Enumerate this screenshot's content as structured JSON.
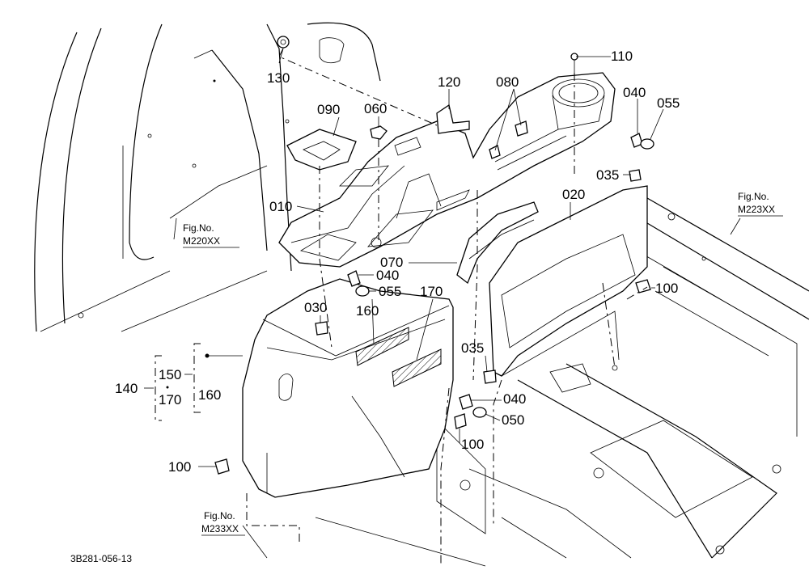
{
  "callouts": [
    {
      "id": "c010",
      "text": "010"
    },
    {
      "id": "c020",
      "text": "020"
    },
    {
      "id": "c030",
      "text": "030"
    },
    {
      "id": "c035a",
      "text": "035"
    },
    {
      "id": "c035b",
      "text": "035"
    },
    {
      "id": "c040a",
      "text": "040"
    },
    {
      "id": "c040b",
      "text": "040"
    },
    {
      "id": "c040c",
      "text": "040"
    },
    {
      "id": "c050",
      "text": "050"
    },
    {
      "id": "c055a",
      "text": "055"
    },
    {
      "id": "c055b",
      "text": "055"
    },
    {
      "id": "c060",
      "text": "060"
    },
    {
      "id": "c070",
      "text": "070"
    },
    {
      "id": "c080",
      "text": "080"
    },
    {
      "id": "c090",
      "text": "090"
    },
    {
      "id": "c100a",
      "text": "100"
    },
    {
      "id": "c100b",
      "text": "100"
    },
    {
      "id": "c100c",
      "text": "100"
    },
    {
      "id": "c110",
      "text": "110"
    },
    {
      "id": "c120",
      "text": "120"
    },
    {
      "id": "c130",
      "text": "130"
    },
    {
      "id": "c140",
      "text": "140"
    },
    {
      "id": "c150",
      "text": "150"
    },
    {
      "id": "c160a",
      "text": "160"
    },
    {
      "id": "c160b",
      "text": "160"
    },
    {
      "id": "c170a",
      "text": "170"
    },
    {
      "id": "c170b",
      "text": "170"
    }
  ],
  "figure_refs": [
    {
      "id": "m220",
      "line1": "Fig.No.",
      "line2": "M220XX"
    },
    {
      "id": "m223",
      "line1": "Fig.No.",
      "line2": "M223XX"
    },
    {
      "id": "m233",
      "line1": "Fig.No.",
      "line2": "M233XX"
    }
  ],
  "drawing_number": "3B281-056-13"
}
